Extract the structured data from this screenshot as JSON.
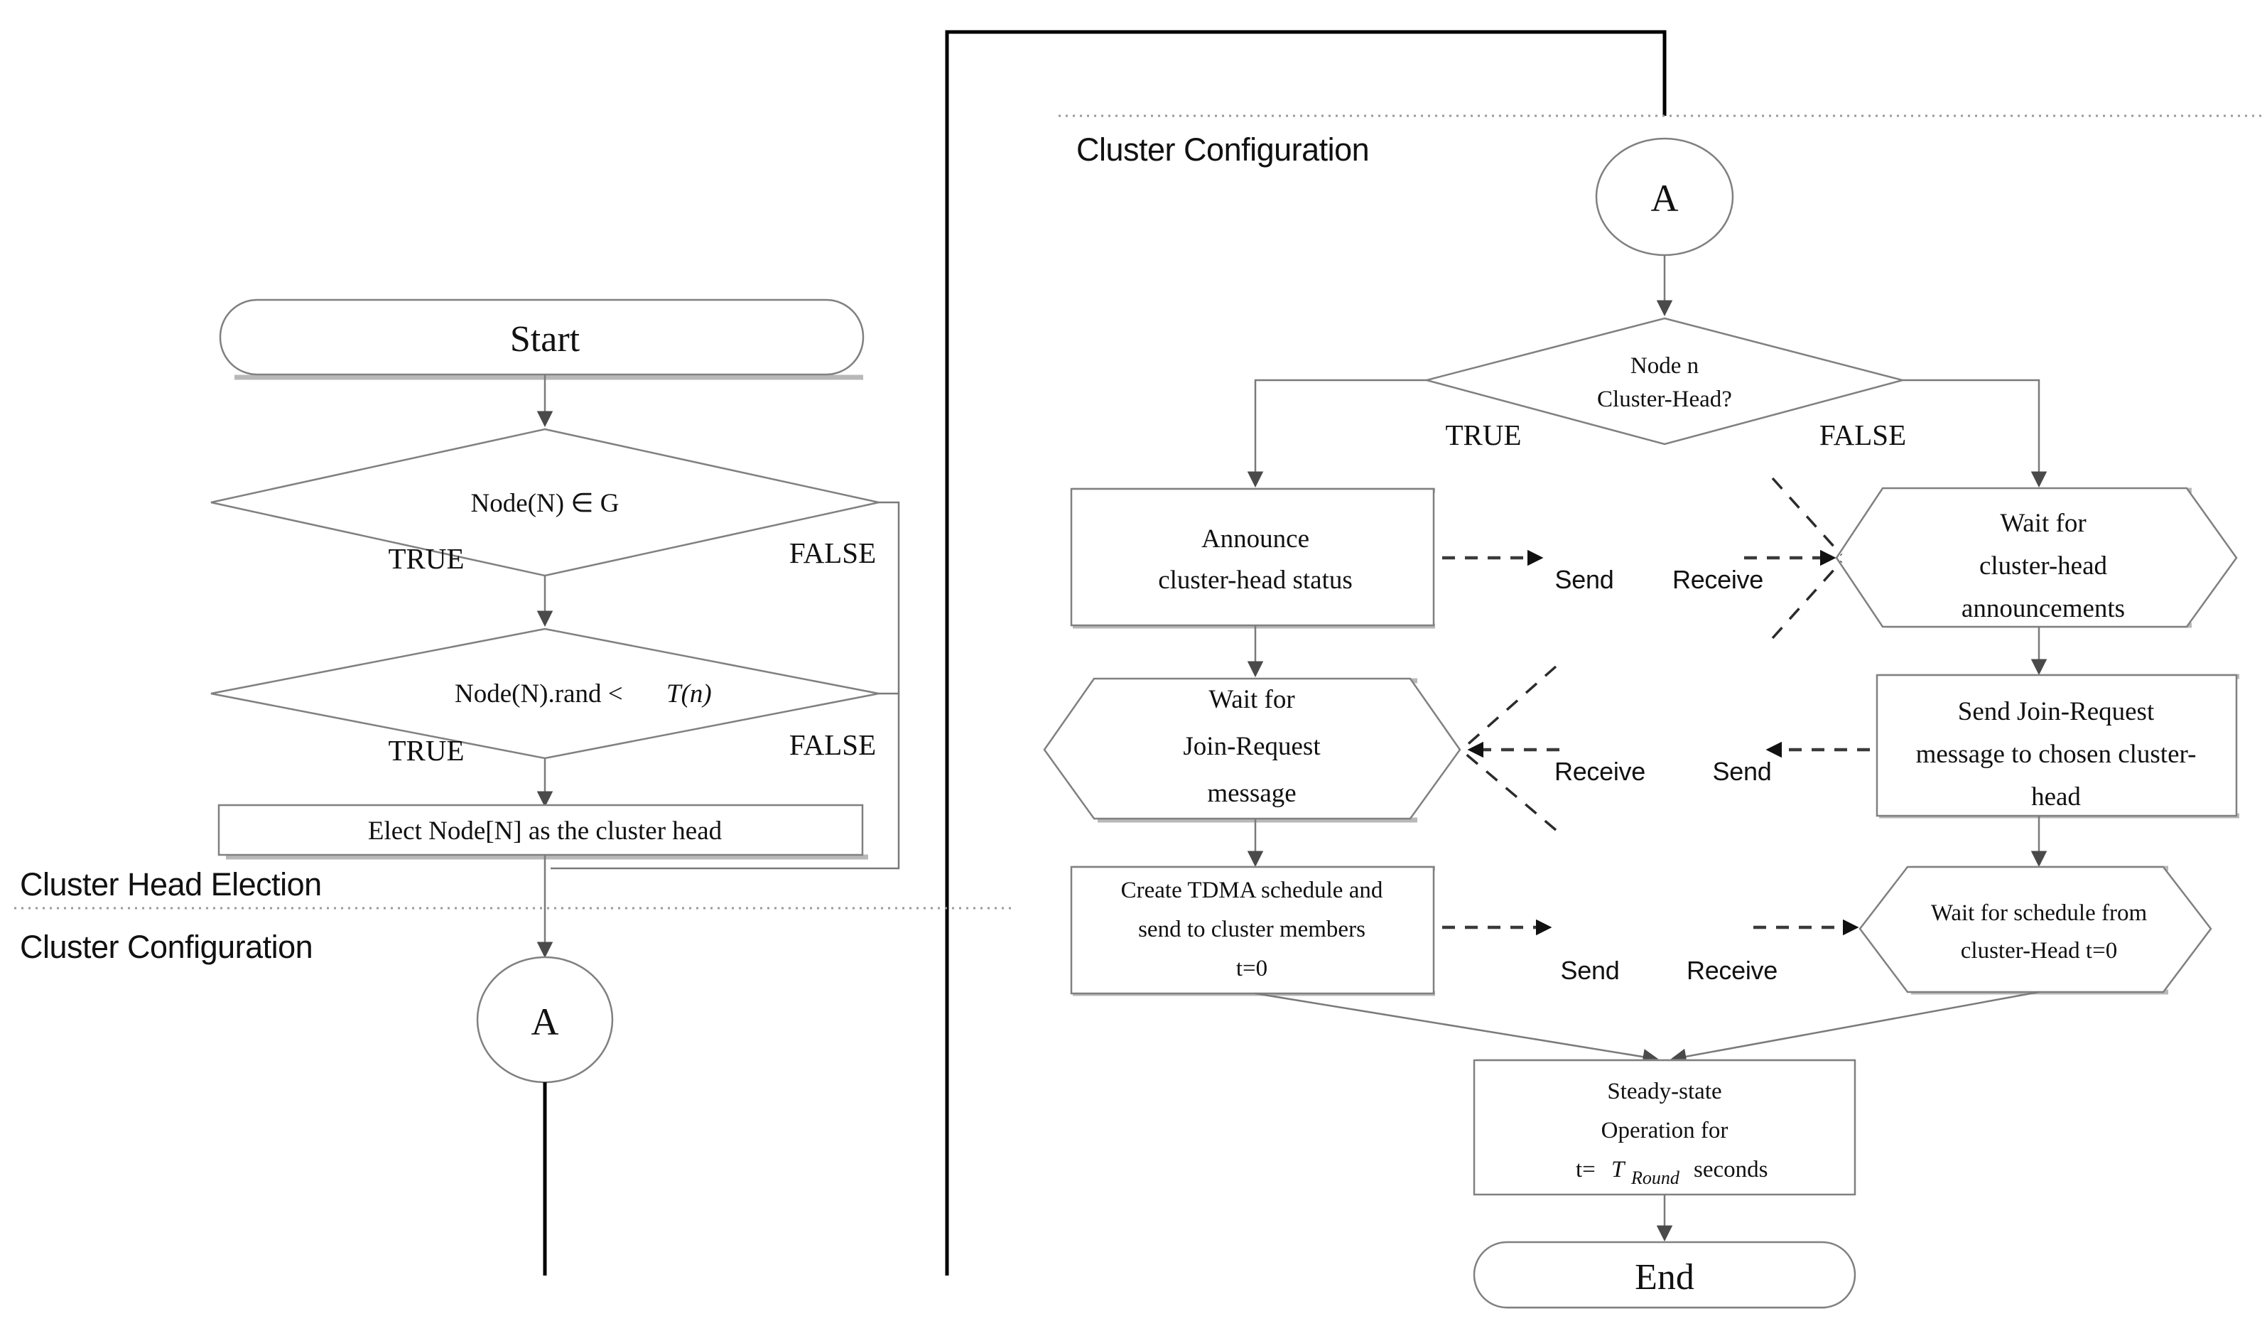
{
  "diagram": {
    "title_role": "leach-protocol-flowchart",
    "bands": {
      "left_upper": "Cluster Head Election",
      "left_lower": "Cluster Configuration",
      "right": "Cluster Configuration"
    },
    "left_column": {
      "start": "Start",
      "decision1": "Node(N) ∈ G",
      "decision1_true": "TRUE",
      "decision1_false": "FALSE",
      "decision2_a": "Node(N).rand < ",
      "decision2_b": "T(n)",
      "decision2_true": "TRUE",
      "decision2_false": "FALSE",
      "process": "Elect Node[N] as the cluster head",
      "connector": "A"
    },
    "right_column": {
      "connector": "A",
      "decision_l1": "Node n",
      "decision_l2": "Cluster-Head?",
      "decision_true": "TRUE",
      "decision_false": "FALSE",
      "announce_l1": "Announce",
      "announce_l2": "cluster-head status",
      "announce_send": "Send",
      "wait_join_l1": "Wait for",
      "wait_join_l2": "Join-Request",
      "wait_join_l3": "message",
      "wait_join_receive": "Receive",
      "wait_ann_l1": "Wait for",
      "wait_ann_l2": "cluster-head",
      "wait_ann_l3": "announcements",
      "wait_ann_receive": "Receive",
      "send_join_l1": "Send Join-Request",
      "send_join_l2": "message to chosen cluster-",
      "send_join_l3": "head",
      "send_join_send": "Send",
      "tdma_l1": "Create TDMA schedule and",
      "tdma_l2": "send to cluster members",
      "tdma_l3": "t=0",
      "tdma_send": "Send",
      "wait_sched_l1": "Wait for schedule from",
      "wait_sched_l2": "cluster-Head t=0",
      "wait_sched_receive": "Receive",
      "steady_l1": "Steady-state",
      "steady_l2": "Operation for",
      "steady_l3a": "t= ",
      "steady_l3b": "T",
      "steady_l3c": "Round",
      "steady_l3d": "seconds",
      "end": "End"
    },
    "colors": {
      "shape_stroke": "#808080",
      "flow_stroke": "#7a7a7a",
      "black_line": "#000000",
      "text": "#111111",
      "shadow": "#b8b8b8"
    }
  }
}
